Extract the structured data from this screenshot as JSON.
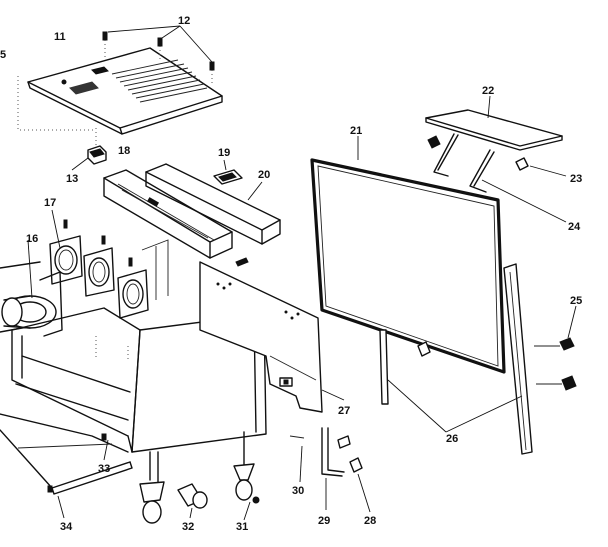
{
  "callouts": {
    "c5": "5",
    "c11": "11",
    "c12": "12",
    "c13": "13",
    "c16": "16",
    "c17": "17",
    "c18": "18",
    "c19": "19",
    "c20": "20",
    "c21": "21",
    "c22": "22",
    "c23": "23",
    "c24": "24",
    "c25": "25",
    "c26": "26",
    "c27": "27",
    "c28": "28",
    "c29": "29",
    "c30": "30",
    "c31": "31",
    "c32": "32",
    "c33": "33",
    "c34": "34"
  }
}
